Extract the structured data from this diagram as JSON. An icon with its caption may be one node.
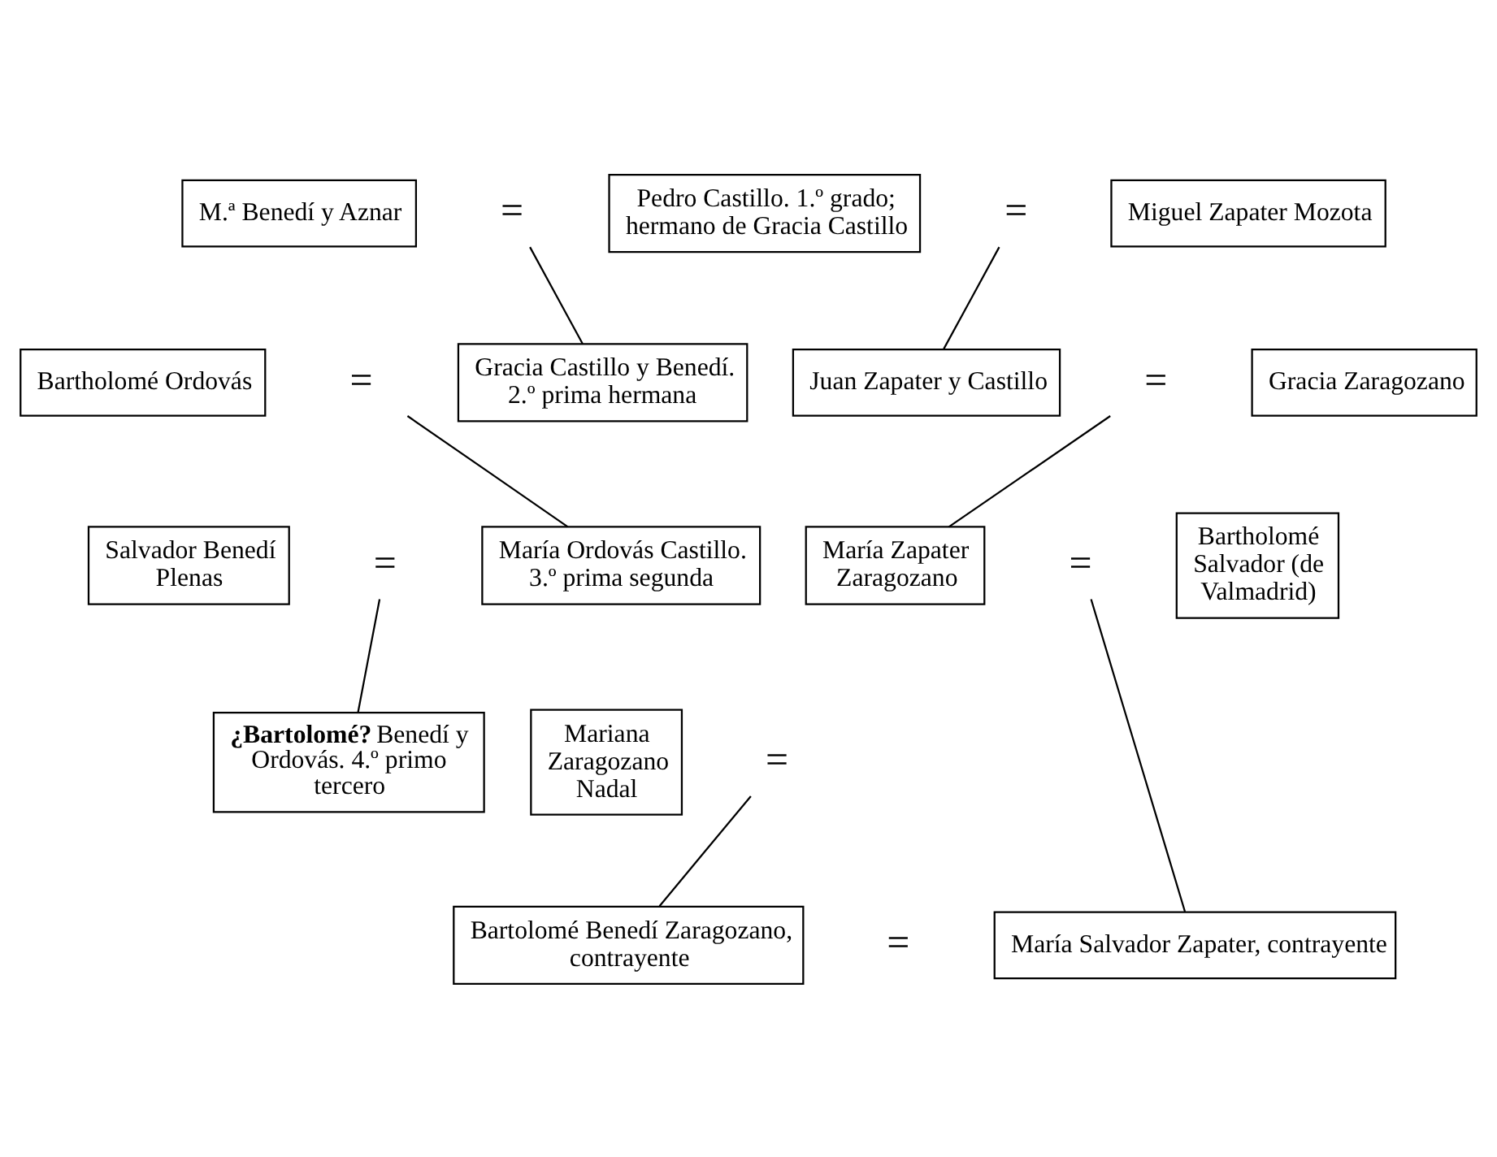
{
  "diagram": {
    "nodes": [
      {
        "text": [
          "M.ª Benedí y Aznar"
        ]
      },
      {
        "text": [
          "="
        ]
      },
      {
        "text": [
          "Pedro Castillo. 1.º grado; hermano de Gracia Castillo"
        ]
      },
      {
        "text": [
          "="
        ]
      },
      {
        "text": [
          "Miguel Zapater Mozota"
        ]
      },
      {
        "text": [
          "Bartholomé Ordovás"
        ]
      },
      {
        "text": [
          "="
        ]
      },
      {
        "text": [
          "Gracia Castillo y Benedí. 2.º prima hermana"
        ]
      },
      {
        "text": [
          "Juan Zapater y Castillo"
        ]
      },
      {
        "text": [
          "="
        ]
      },
      {
        "text": [
          "Gracia Zaragozano"
        ]
      },
      {
        "text": [
          "Salvador Benedí Plenas"
        ]
      },
      {
        "text": [
          "="
        ]
      },
      {
        "text": [
          "María Ordovás Castillo. 3.º prima segunda"
        ]
      },
      {
        "text": [
          "María Zapater Zaragozano"
        ]
      },
      {
        "text": [
          "="
        ]
      },
      {
        "text": [
          "Bartholomé Salvador (de Valmadrid)"
        ]
      },
      {
        "text": [
          "Mariana Zaragozano Nadal"
        ]
      },
      {
        "text": [
          "="
        ]
      },
      {
        "text": [
          "**¿Bartolomé?** Benedí y Ordovás. 4.º primo tercero"
        ]
      },
      {
        "text": [
          "Bartolomé Benedí Zaragozano, contrayente"
        ]
      },
      {
        "text": [
          "="
        ]
      },
      {
        "text": [
          "María Salvador Zapater, contrayente"
        ]
      }
    ],
    "edges": [
      {
        "from": 1,
        "to": 7,
        "arrow": "none"
      },
      {
        "from": 3,
        "to": 8,
        "arrow": "none"
      },
      {
        "from": 6,
        "to": 13,
        "arrow": "none"
      },
      {
        "from": 9,
        "to": 14,
        "arrow": "none"
      },
      {
        "from": 12,
        "to": 19,
        "arrow": "none"
      },
      {
        "from": 15,
        "to": 22,
        "arrow": "none"
      },
      {
        "from": 18,
        "to": 20,
        "arrow": "none"
      }
    ]
  }
}
